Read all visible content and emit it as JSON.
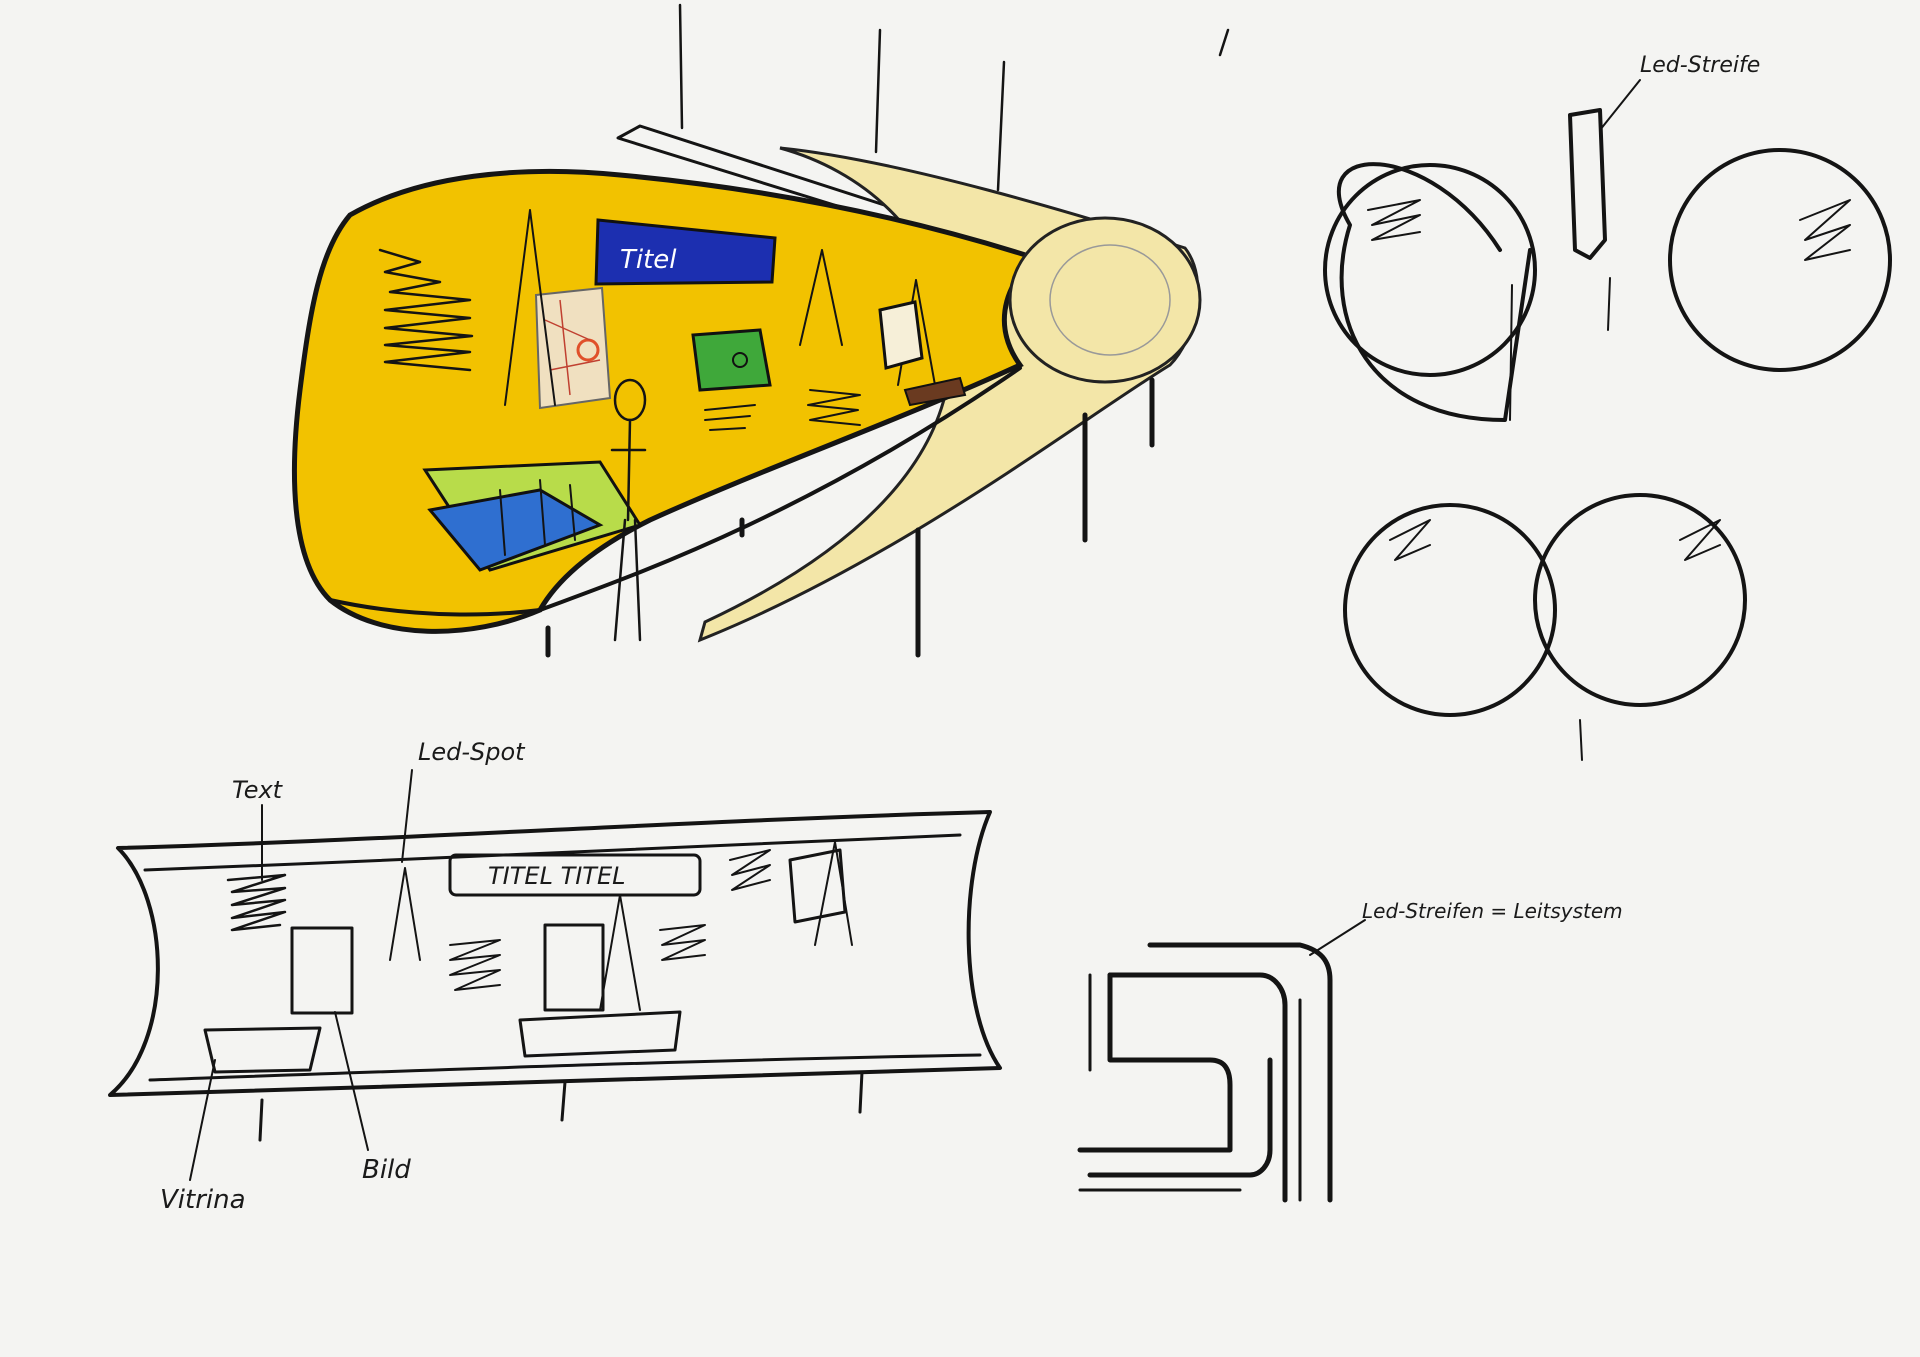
{
  "colors": {
    "paper": "#f4f4f2",
    "ink": "#141414",
    "tunnel_yellow": "#f2c200",
    "tunnel_pale": "#f3e6a8",
    "title_blue": "#1c2fb0",
    "case_green": "#3fa83a",
    "vitrine_lime": "#b8dc4a",
    "vitrine_blue": "#2f6fd0"
  },
  "perspective": {
    "sign_title": "Titel"
  },
  "section": {
    "sign_title": "TITEL TITEL",
    "labels": {
      "text": "Text",
      "led_spot": "Led-Spot",
      "bild": "Bild",
      "vitrina": "Vitrina"
    }
  },
  "circles": {
    "label_led_strip": "Led-Streife"
  },
  "guidance": {
    "label": "Led-Streifen = Leitsystem"
  }
}
